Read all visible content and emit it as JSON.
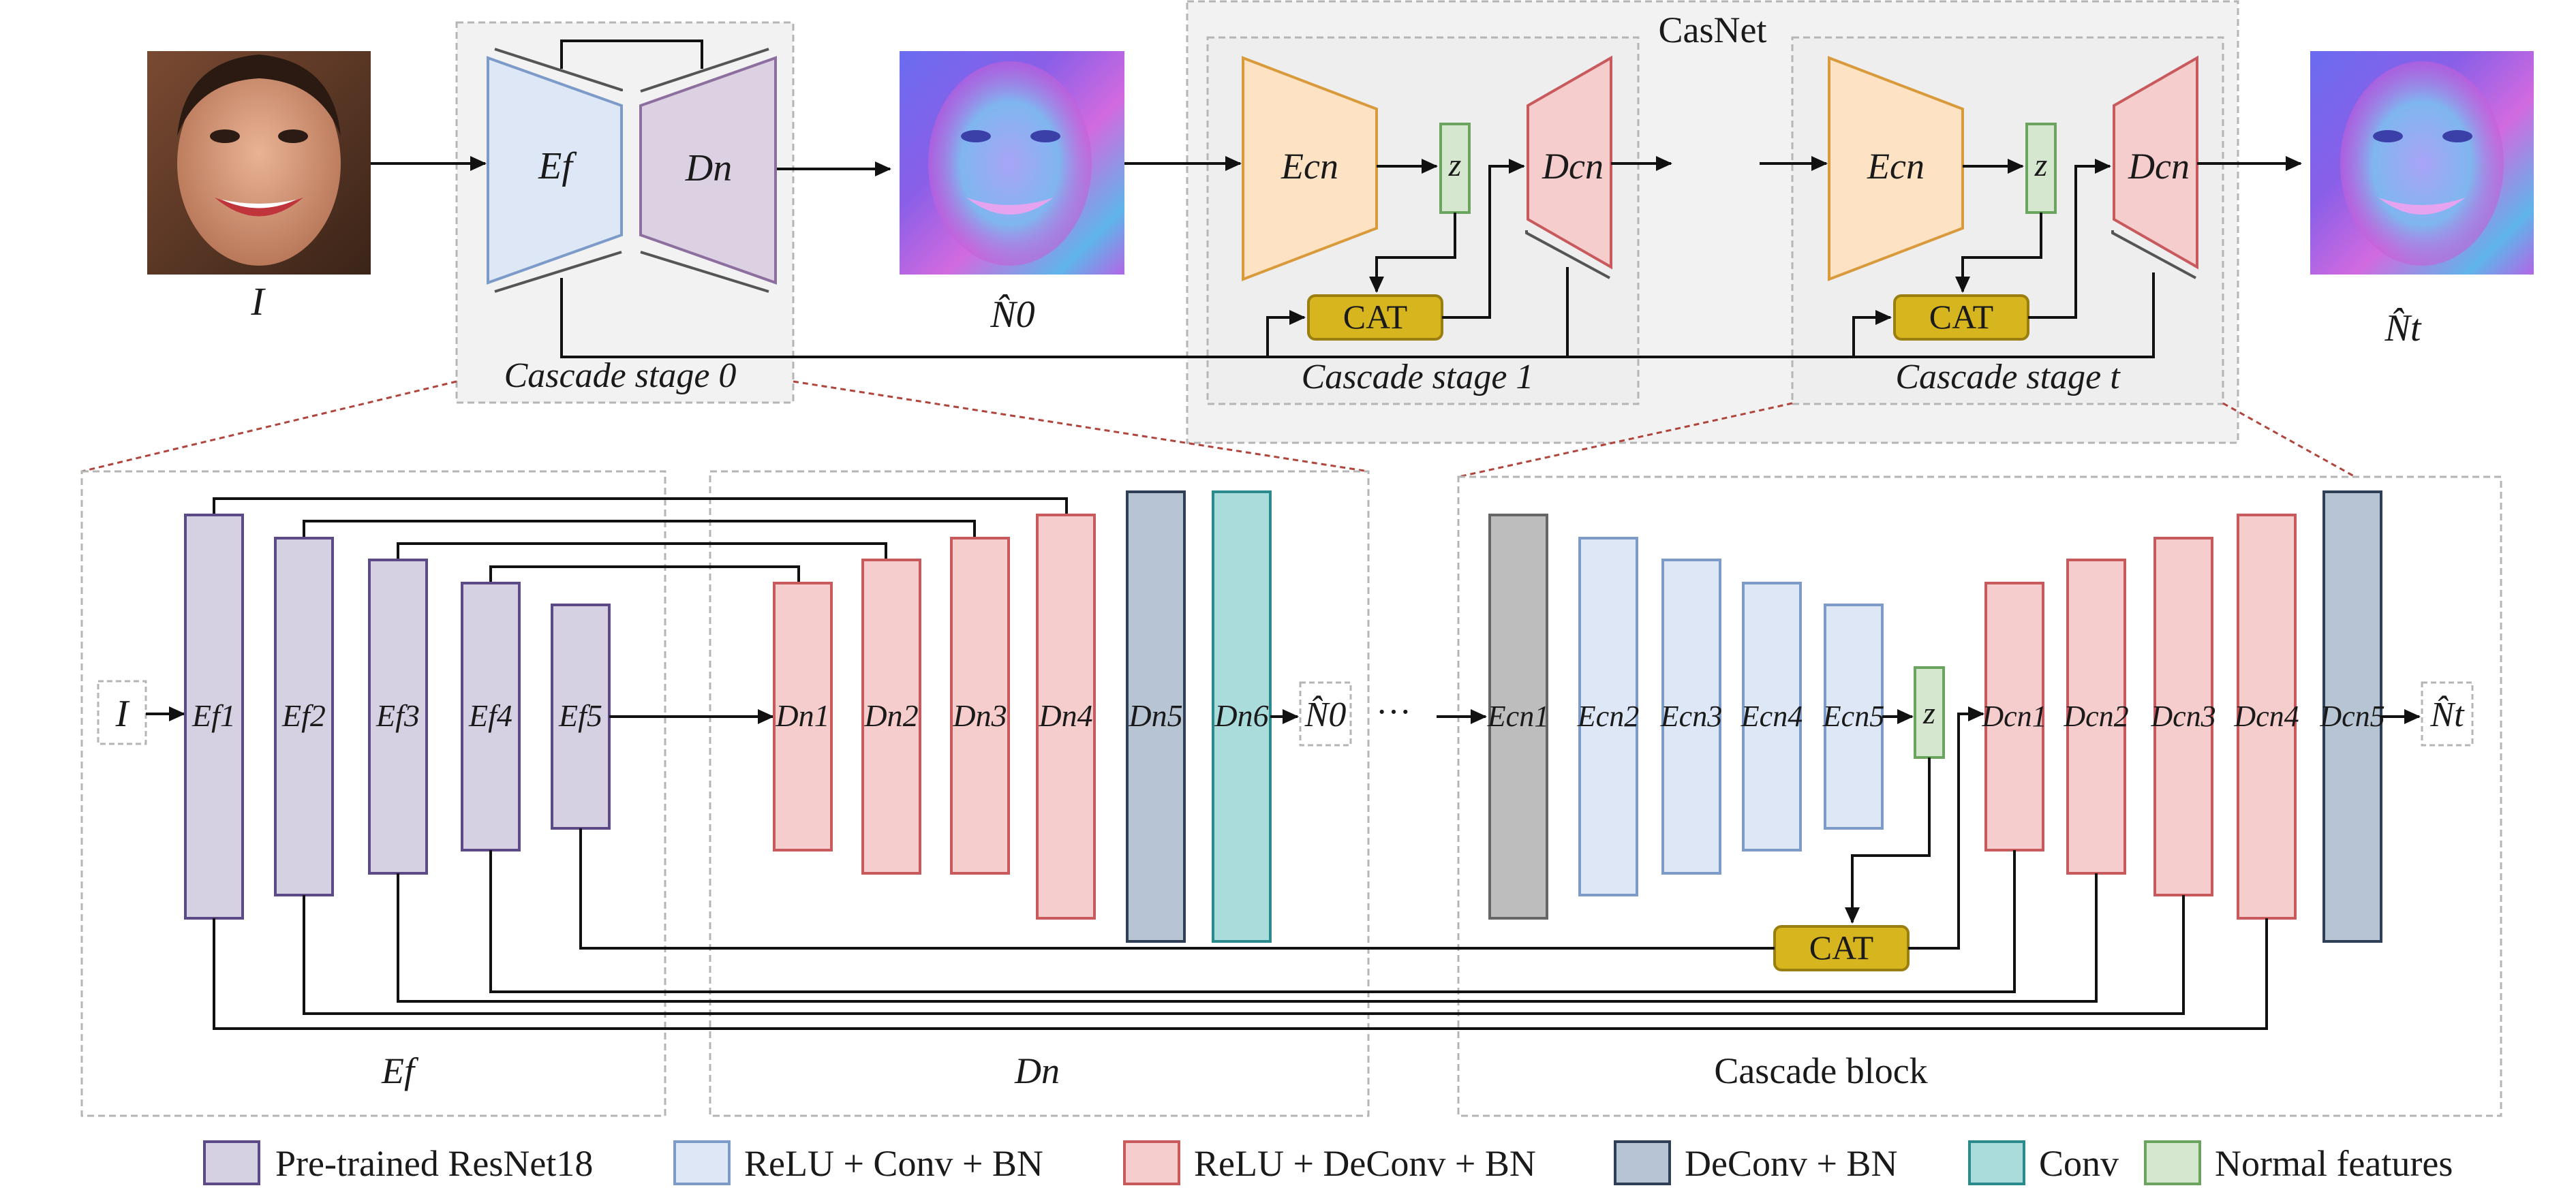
{
  "top": {
    "input_label": "I",
    "n0_label": "N̂0",
    "nt_label": "N̂t",
    "casnet_title": "CasNet",
    "stage0": {
      "encoder": "Ef",
      "decoder": "Dn",
      "caption": "Cascade stage 0"
    },
    "stage1": {
      "encoder": "Ecn",
      "latent": "z",
      "cat": "CAT",
      "decoder": "Dcn",
      "caption": "Cascade stage 1"
    },
    "stage_t": {
      "encoder": "Ecn",
      "latent": "z",
      "cat": "CAT",
      "decoder": "Dcn",
      "caption": "Cascade stage t"
    }
  },
  "bottom": {
    "input": "I",
    "ef_layers": [
      "Ef1",
      "Ef2",
      "Ef3",
      "Ef4",
      "Ef5"
    ],
    "dn_layers": [
      "Dn1",
      "Dn2",
      "Dn3",
      "Dn4",
      "Dn5",
      "Dn6"
    ],
    "n0": "N̂0",
    "ellipsis": "···",
    "ecn_layers": [
      "Ecn1",
      "Ecn2",
      "Ecn3",
      "Ecn4",
      "Ecn5"
    ],
    "latent": "z",
    "cat": "CAT",
    "dcn_layers": [
      "Dcn1",
      "Dcn2",
      "Dcn3",
      "Dcn4",
      "Dcn5"
    ],
    "nt": "N̂t",
    "group_ef": "Ef",
    "group_dn": "Dn",
    "group_cascade": "Cascade block"
  },
  "legend": [
    {
      "label": "Pre-trained ResNet18",
      "fill": "#d6d0e3",
      "stroke": "#5b4a85"
    },
    {
      "label": "ReLU + Conv + BN",
      "fill": "#dde7f5",
      "stroke": "#7c9bc9"
    },
    {
      "label": "ReLU + DeConv + BN",
      "fill": "#f6cdcd",
      "stroke": "#c85a5e"
    },
    {
      "label": "DeConv + BN",
      "fill": "#b6c4d3",
      "stroke": "#2f3f55"
    },
    {
      "label": "Conv",
      "fill": "#aadcdc",
      "stroke": "#2b8a8c"
    },
    {
      "label": "Normal features",
      "fill": "#d5e8cf",
      "stroke": "#6aa45f"
    }
  ],
  "colors": {
    "encoder_top_fill": "#dde7f5",
    "encoder_top_stroke": "#7c9bc9",
    "decoder_top_fill": "#dcd0e3",
    "decoder_top_stroke": "#8d6f9f",
    "ecn_fill": "#fde3c4",
    "ecn_stroke": "#d99a3b",
    "dcn_fill": "#f6cdcd",
    "dcn_stroke": "#c85a5e",
    "cat_fill": "#d7b51e",
    "cat_stroke": "#9a7f10",
    "z_fill": "#d5e8cf",
    "z_stroke": "#6aa45f",
    "gray_block_fill": "#bdbdbd",
    "gray_block_stroke": "#666666",
    "dashed_box": "#b5b5b5",
    "callout_line": "#b0453e"
  }
}
